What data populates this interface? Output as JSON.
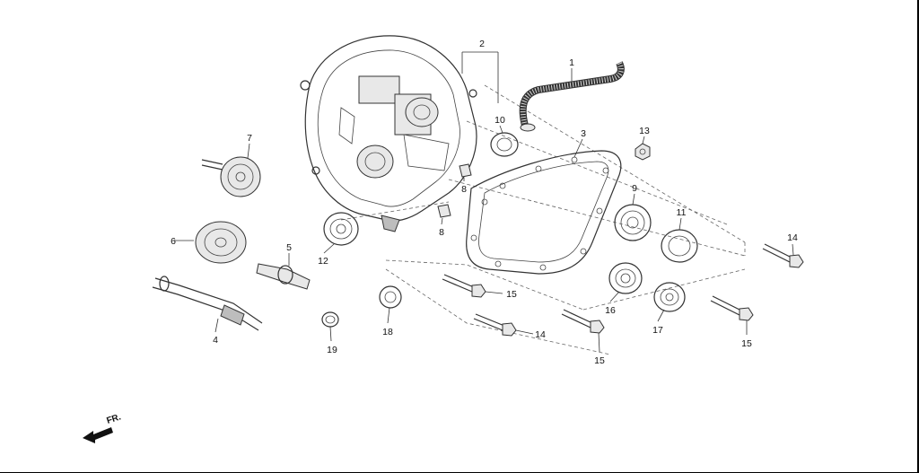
{
  "diagram": {
    "callouts": [
      "1",
      "2",
      "3",
      "4",
      "5",
      "6",
      "7",
      "8",
      "8",
      "9",
      "10",
      "11",
      "12",
      "13",
      "14",
      "14",
      "15",
      "15",
      "15",
      "16",
      "17",
      "18",
      "19"
    ],
    "direction_label": "FR."
  }
}
